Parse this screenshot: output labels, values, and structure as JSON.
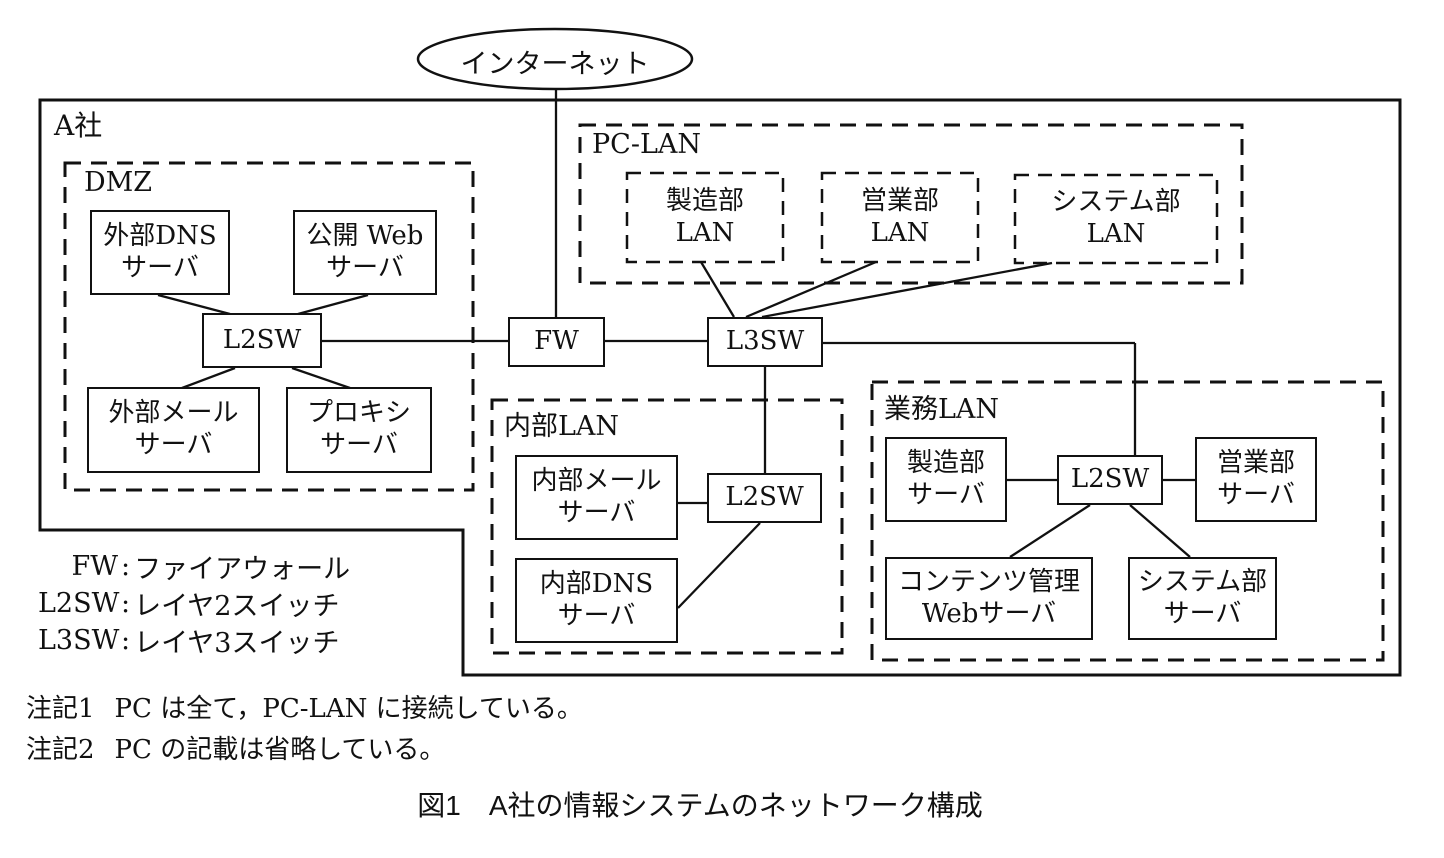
{
  "figure": {
    "internet_label": "インターネット",
    "company_label": "A社",
    "zones": {
      "dmz": "DMZ",
      "pc_lan": "PC-LAN",
      "internal_lan": "内部LAN",
      "business_lan": "業務LAN"
    },
    "nodes": {
      "ext_dns": {
        "line1": "外部DNS",
        "line2": "サーバ"
      },
      "pub_web": {
        "line1": "公開 Web",
        "line2": "サーバ"
      },
      "dmz_l2sw": {
        "line1": "L2SW"
      },
      "ext_mail": {
        "line1": "外部メール",
        "line2": "サーバ"
      },
      "proxy": {
        "line1": "プロキシ",
        "line2": "サーバ"
      },
      "fw": {
        "line1": "FW"
      },
      "l3sw": {
        "line1": "L3SW"
      },
      "mfg_lan": {
        "line1": "製造部",
        "line2": "LAN"
      },
      "sales_lan": {
        "line1": "営業部",
        "line2": "LAN"
      },
      "sys_lan": {
        "line1": "システム部",
        "line2": "LAN"
      },
      "int_mail": {
        "line1": "内部メール",
        "line2": "サーバ"
      },
      "int_l2sw": {
        "line1": "L2SW"
      },
      "int_dns": {
        "line1": "内部DNS",
        "line2": "サーバ"
      },
      "mfg_srv": {
        "line1": "製造部",
        "line2": "サーバ"
      },
      "biz_l2sw": {
        "line1": "L2SW"
      },
      "sales_srv": {
        "line1": "営業部",
        "line2": "サーバ"
      },
      "cms_web": {
        "line1": "コンテンツ管理",
        "line2": "Webサーバ"
      },
      "sys_srv": {
        "line1": "システム部",
        "line2": "サーバ"
      }
    },
    "legend": {
      "items": [
        {
          "abbr": "FW",
          "sep": ":",
          "name": "ファイアウォール"
        },
        {
          "abbr": "L2SW",
          "sep": ":",
          "name": "レイヤ2スイッチ"
        },
        {
          "abbr": "L3SW",
          "sep": ":",
          "name": "レイヤ3スイッチ"
        }
      ]
    },
    "notes": [
      {
        "label": "注記1",
        "text": "PC は全て，PC-LAN に接続している。"
      },
      {
        "label": "注記2",
        "text": "PC の記載は省略している。"
      }
    ],
    "caption": {
      "fig": "図1",
      "title": "A社の情報システムのネットワーク構成"
    }
  }
}
